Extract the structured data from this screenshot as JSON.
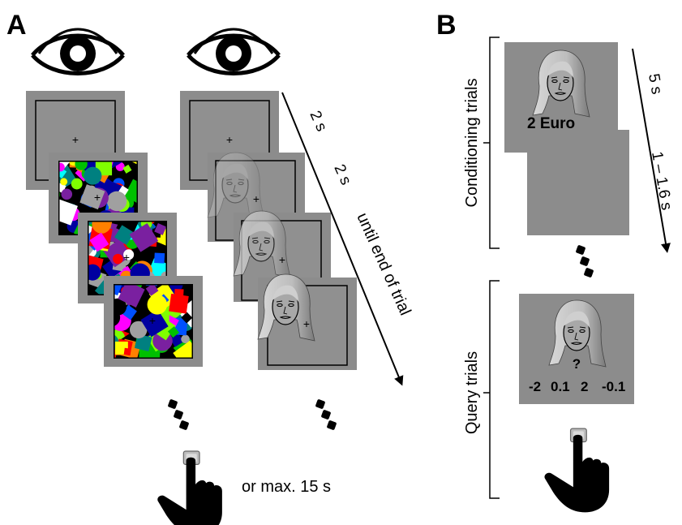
{
  "panel_a": {
    "letter": "A",
    "time_labels": [
      "2 s",
      "2 s",
      "until end of trial"
    ],
    "response_label": "or max. 15 s",
    "fixation": "+"
  },
  "panel_b": {
    "letter": "B",
    "conditioning_label": "Conditioning trials",
    "query_label": "Query trials",
    "reward_text": "2 Euro",
    "time_labels": [
      "5 s",
      "1 – 1.6 s"
    ],
    "query_mark": "?",
    "query_options": [
      "-2",
      "0.1",
      "2",
      "-0.1"
    ]
  },
  "colors": {
    "frame_gray": "#8c8c8c",
    "inner_gray": "#909090",
    "mosaic": [
      "#ff0000",
      "#00c000",
      "#0050ff",
      "#ffff00",
      "#ff00ff",
      "#00ffff",
      "#7a20a0",
      "#ff8000",
      "#ffffff",
      "#000000",
      "#008080",
      "#a0a0a0",
      "#0000a0",
      "#80ff00"
    ]
  }
}
